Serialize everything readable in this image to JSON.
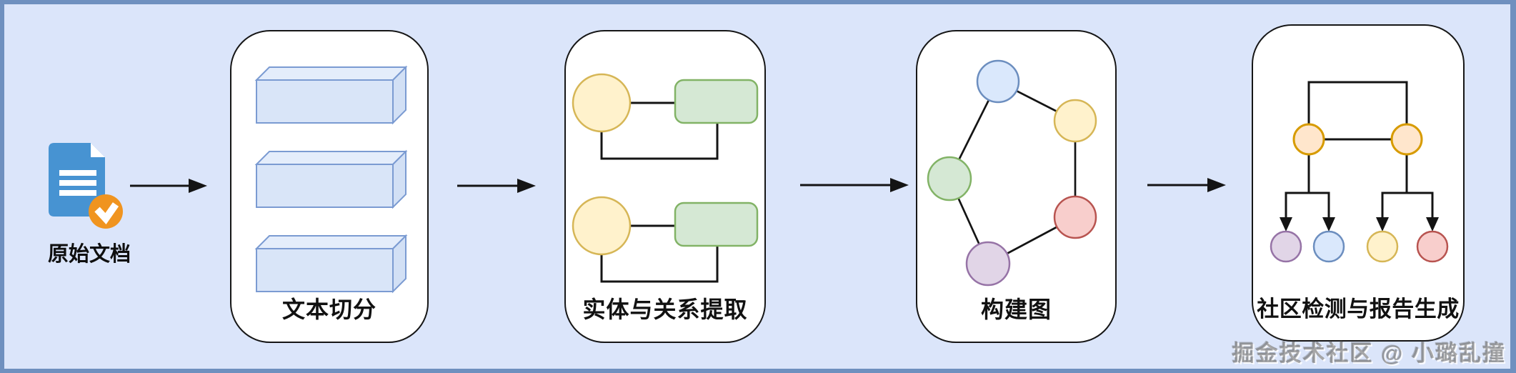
{
  "canvas": {
    "background": "#dbe5fa",
    "frame_color": "#6f90bf"
  },
  "source": {
    "label": "原始文档",
    "icon": "document-check-icon",
    "doc_color": "#4793d2",
    "badge_color": "#f0941f"
  },
  "stages": [
    {
      "id": "text-split",
      "label": "文本切分"
    },
    {
      "id": "entity-relation-extract",
      "label": "实体与关系提取"
    },
    {
      "id": "build-graph",
      "label": "构建图"
    },
    {
      "id": "community-report",
      "label": "社区检测与报告生成"
    }
  ],
  "watermark": {
    "text": "掘金技术社区 @ 小璐乱撞"
  },
  "palette": {
    "blue": {
      "fill": "#dae8fc",
      "stroke": "#6c8ebf"
    },
    "yellow": {
      "fill": "#fff2cc",
      "stroke": "#d6b656"
    },
    "green": {
      "fill": "#d5e8d4",
      "stroke": "#82b366"
    },
    "red": {
      "fill": "#f8cecc",
      "stroke": "#b85450"
    },
    "purple": {
      "fill": "#e1d5e7",
      "stroke": "#9673a6"
    },
    "orange": {
      "fill": "#ffe6cc",
      "stroke": "#d79b00"
    },
    "chunk_box": {
      "fill": "#d9e5f8",
      "stroke": "#7b9bd2"
    }
  }
}
